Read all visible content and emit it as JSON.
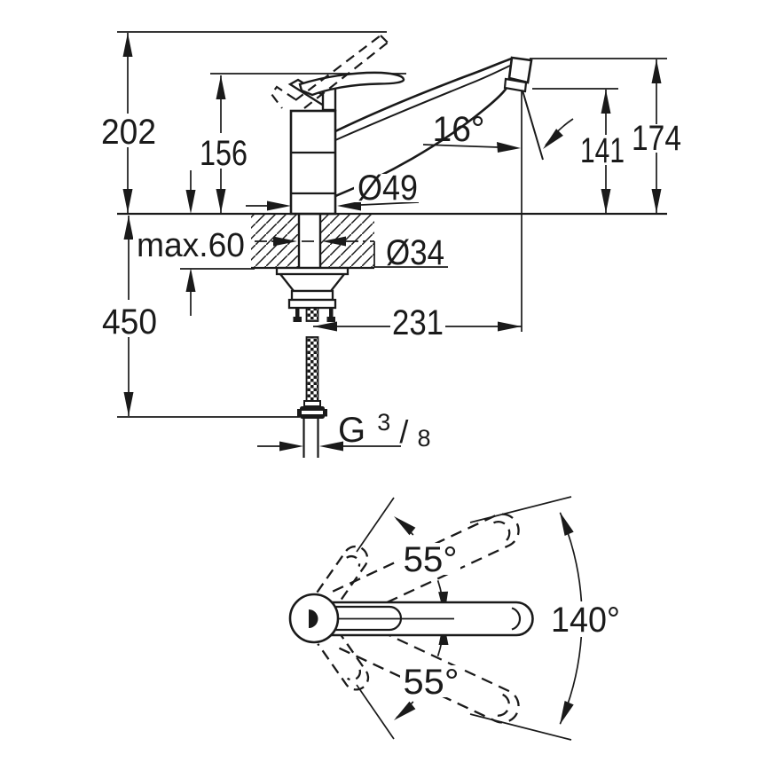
{
  "elevation": {
    "height_to_open_lever": "202",
    "height_to_lever": "156",
    "max_deck_thickness": "max.60",
    "hose_length_below_deck": "450",
    "base_diameter": "Ø49",
    "shank_diameter": "Ø34",
    "spout_reach": "231",
    "spout_angle": "16°",
    "outlet_height": "141",
    "overall_height": "174",
    "thread_g": "G",
    "thread_numerator": "3",
    "thread_slash": "/",
    "thread_denominator": "8"
  },
  "plan": {
    "swivel_left": "55°",
    "swivel_right": "55°",
    "swivel_total": "140°"
  },
  "colors": {
    "ink": "#1a1a1a",
    "background": "#ffffff"
  }
}
